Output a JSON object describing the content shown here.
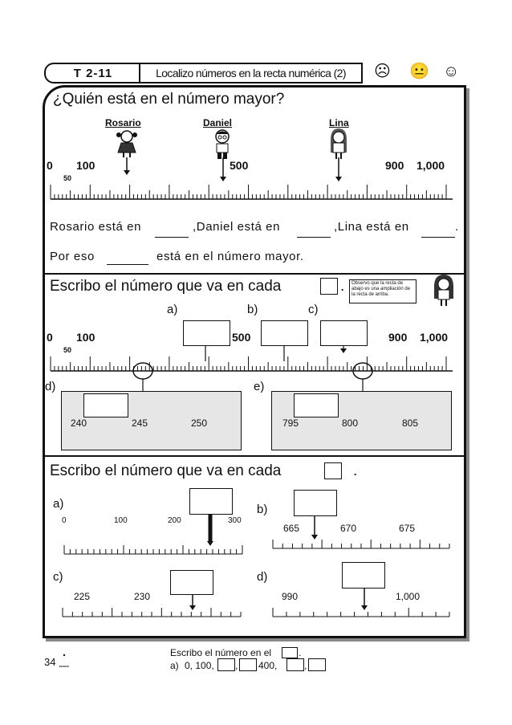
{
  "header": {
    "code": "T 2-11",
    "title": "Localizo números en la recta numérica (2)",
    "faces": [
      "☹",
      "😐",
      "☺"
    ]
  },
  "section1": {
    "question": "¿Quién está en el número mayor?",
    "names": {
      "rosario": "Rosario",
      "daniel": "Daniel",
      "lina": "Lina"
    },
    "labels": {
      "l0": "0",
      "l100": "100",
      "l50": "50",
      "l500": "500",
      "l900": "900",
      "l1000": "1,000"
    },
    "sentence1": {
      "rosario": "Rosario está en",
      "daniel": ",Daniel está en",
      "lina": ",Lina está en",
      "end": "."
    },
    "sentence2": {
      "start": "Por eso",
      "end": "está en el número mayor."
    }
  },
  "section2": {
    "title": "Escribo el número que va en cada",
    "dot": ".",
    "note": "Observo que la recta de abajo es una ampliación de la recta de arriba.",
    "parts": {
      "a": "a)",
      "b": "b)",
      "c": "c)",
      "d": "d)",
      "e": "e)"
    },
    "labels": {
      "l0": "0",
      "l100": "100",
      "l50": "50",
      "l500": "500",
      "l900": "900",
      "l1000": "1,000"
    },
    "zoomD": [
      "240",
      "245",
      "250"
    ],
    "zoomE": [
      "795",
      "800",
      "805"
    ]
  },
  "section3": {
    "title": "Escribo el número que va en cada",
    "dot": ".",
    "parts": {
      "a": "a)",
      "b": "b)",
      "c": "c)",
      "d": "d)"
    },
    "lineA": [
      "0",
      "100",
      "200",
      "300"
    ],
    "lineB": [
      "665",
      "670",
      "675"
    ],
    "lineC": [
      "225",
      "230"
    ],
    "lineD": [
      "990",
      "1,000"
    ]
  },
  "footer": {
    "page": "34",
    "instruction": "Escribo el número en el",
    "instruction_end": ".",
    "item_a": {
      "label": "a)",
      "start": "0, 100,",
      "mid": "400,"
    },
    "commas": [
      ",",
      ",",
      ","
    ]
  }
}
